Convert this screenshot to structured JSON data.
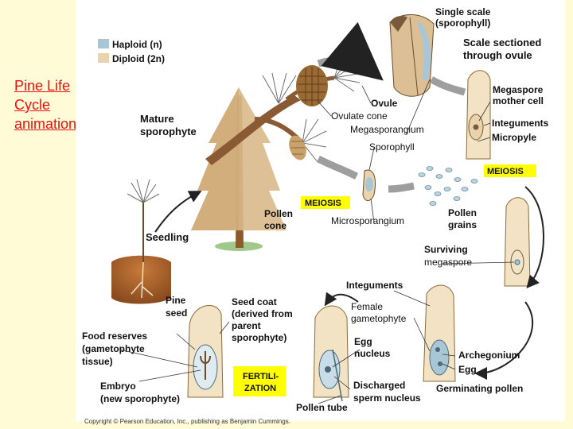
{
  "slide": {
    "link_text": "Pine Life\nCycle\nanimation"
  },
  "legend": {
    "haploid": "Haploid (n)",
    "diploid": "Diploid (2n)",
    "haploid_color": "#a9c6d6",
    "diploid_color": "#e8d3ad"
  },
  "labels": {
    "single_scale": "Single scale",
    "sporophyll_paren": "(sporophyll)",
    "scale_sectioned_1": "Scale sectioned",
    "scale_sectioned_2": "through ovule",
    "ovule": "Ovule",
    "ovulate_cone": "Ovulate cone",
    "megasporangium": "Megasporangium",
    "sporophyll": "Sporophyll",
    "megaspore_1": "Megaspore",
    "megaspore_2": "mother cell",
    "integuments_top": "Integuments",
    "micropyle": "Micropyle",
    "meiosis_right": "MEIOSIS",
    "meiosis_center": "MEIOSIS",
    "mature_1": "Mature",
    "mature_2": "sporophyte",
    "pollen_cone_1": "Pollen",
    "pollen_cone_2": "cone",
    "microsporangium": "Microsporangium",
    "pollen_grains_1": "Pollen",
    "pollen_grains_2": "grains",
    "seedling": "Seedling",
    "surviving_1": "Surviving",
    "surviving_2": "megaspore",
    "integuments_mid": "Integuments",
    "female_1": "Female",
    "female_2": "gametophyte",
    "pine_seed_1": "Pine",
    "pine_seed_2": "seed",
    "seed_coat_1": "Seed coat",
    "seed_coat_2": "(derived from",
    "seed_coat_3": "parent",
    "seed_coat_4": "sporophyte)",
    "food_1": "Food reserves",
    "food_2": "(gametophyte",
    "food_3": "tissue)",
    "egg_nucleus_1": "Egg",
    "egg_nucleus_2": "nucleus",
    "archegonium": "Archegonium",
    "egg": "Egg",
    "fert_1": "FERTILI-",
    "fert_2": "ZATION",
    "embryo_1": "Embryo",
    "embryo_2": "(new sporophyte)",
    "discharged_1": "Discharged",
    "discharged_2": "sperm nucleus",
    "germinating": "Germinating pollen",
    "pollen_tube": "Pollen tube",
    "copyright": "Copyright © Pearson Education, Inc., publishing as Benjamin Cummings."
  }
}
